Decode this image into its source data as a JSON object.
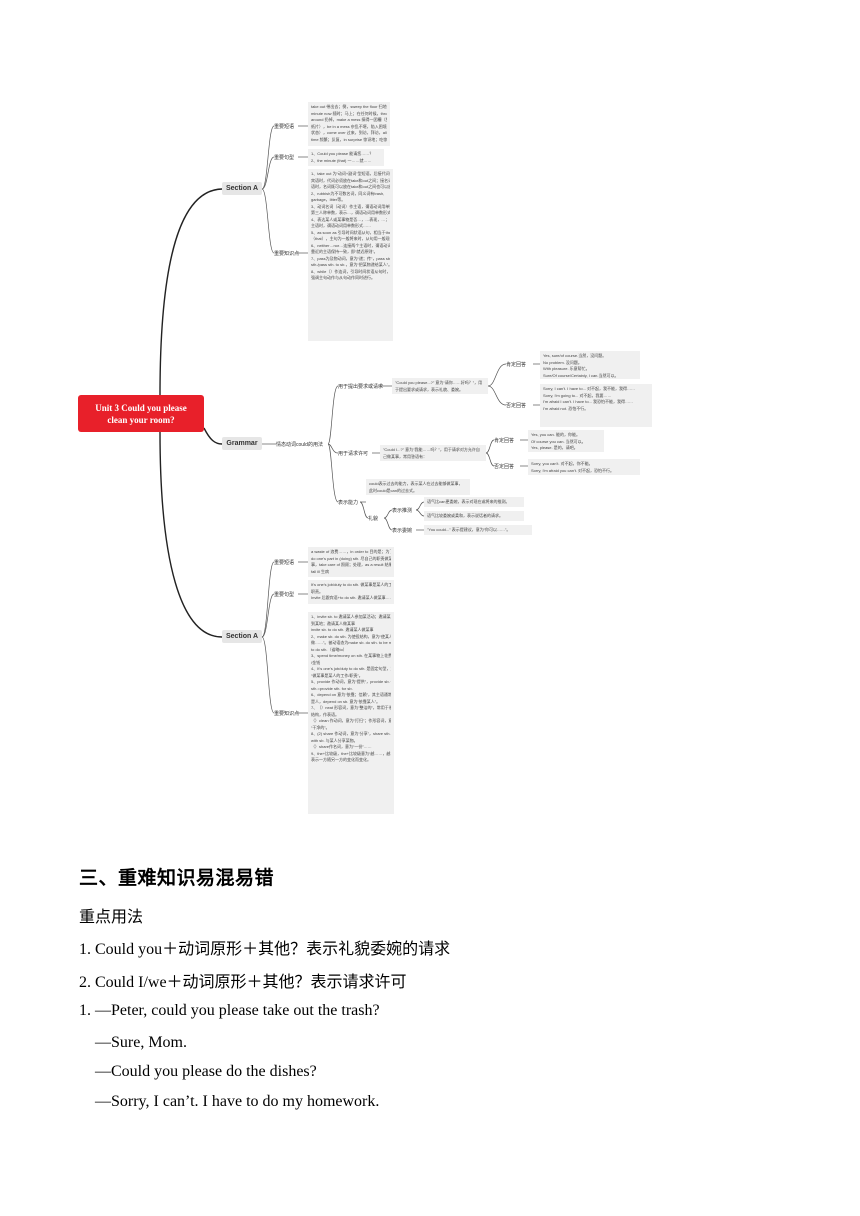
{
  "mindmap": {
    "root": "Unit 3 Could you please clean your room?",
    "sectionA_top": {
      "label": "Section A",
      "vocab_label": "重要短语",
      "vocab_notes": [
        "take out 带出去；倒，sweep the floor 扫地，any",
        "minute now 随时；马上；在任何时候，throw",
        "around 扔掉，make a mess 搞得一团糟（乱扔",
        "纸片），be in a mess 杂乱不堪，陷入困境（混乱",
        "状态），come over 过来，到访，拜访，all the",
        "time 频繁；反复，in surprise 惊讶地；吃惊地"
      ],
      "sent_label": "重要句型",
      "sent_notes": [
        "1、Could you please 能请您……？",
        "2、the minute (that) 一……就……"
      ],
      "points_label": "重要知识点",
      "points_notes": [
        "1、take out 为“动词+副词”型短语，后接代词作",
        "宾语时，代词必须放在take和out之间；接名词作宾",
        "语时，名词既可以放在take和out之间也可以放在out之后。",
        "2、rubbish为不可数名词，同义词有trash,",
        "garbage，litter等。",
        "3、动词名词（动词）作主语，谓语动词用单数，",
        "第三人称单数，表示…，谓语动词用单数形式。",
        "4、表达某人或某事物是否…，…表现，…；",
        "主语时，谓语动词用单数形式……",
        "5、as soon as 引导时间状语从句，相当于the minute",
        "（that），主句为一般将来时，从句用一般现在时。",
        "6、neither…nor…连接两个主语时，谓语动词与",
        "靠近的主语保持一致，即“就近原则”。",
        "7、pass为及物动词，意为“递；传”，pass sb.",
        "sth./pass sth. to sb.，意为“把某物递给某人”。",
        "8、while（）作连词，引导时间状语从句时，",
        "强调主句动作与从句动作同时进行。"
      ]
    },
    "grammar": {
      "label": "Grammar",
      "sub_label": "情态动词could的用法",
      "request_label": "用于提出要求或请求",
      "request_desc": "\"Could you please...?\" 意为“请你……好吗？”，用于提出要求或请求，表示礼貌、委婉。",
      "reply_yes_label": "肯定回答",
      "reply_yes": [
        "Yes, sure/of course.当然，没问题。",
        "No problem. 没问题。",
        "With pleasure. 乐意帮忙。",
        "Sure/Of course/Certainly, I can.当然可以。"
      ],
      "reply_no_label": "否定回答",
      "reply_no": [
        "Sorry, I can't. I have to... 对不起，我不能，我得……",
        "Sorry, I'm going to... 对不起，我要……",
        "I'm afraid I can't. I have to... 我恐怕不能，我得……",
        "I'm afraid not. 恐怕不行。"
      ],
      "permit_label": "用于请求许可",
      "permit_desc": "\"Could I...?\" 意为“我能……吗？”，用于请求对方允许自己做某事，常用答语有：",
      "permit_yes_label": "肯定回答",
      "permit_yes": [
        "Yes, you can. 能的，你能。",
        "Of course you can. 当然可以。",
        "Yes, please. 是的，请吧。"
      ],
      "permit_no_label": "否定回答",
      "permit_no": [
        "Sorry, you can't. 对不起，你不能。",
        "Sorry, I'm afraid you can't. 对不起，恐怕不行。"
      ],
      "ability_label": "表示能力",
      "ability_desc": [
        "could表示过去的能力，表示某人在过去能够做某事，",
        "此时could是can的过去式。"
      ],
      "polite_label": "礼貌",
      "polite_items": [
        "表示推测",
        "表示委婉"
      ],
      "polite_notes": [
        "语气比can更委婉，表示对现在或将来的推测。",
        "语气比较委婉或柔和，表示说话者的请求。",
        "\"You could...\" 表示提建议，意为“你可以……”。"
      ]
    },
    "sectionA_bottom": {
      "label": "Section A",
      "vocab_label": "重要短语",
      "vocab_notes": [
        "a waste of 浪费……，in order to 目的是；为了",
        "do one's part in (doing) sth. 尽自己的职责做某",
        "事，take care of 照顾；处理，as a result 结果，",
        "fall ill 生病"
      ],
      "sent_label": "重要句型",
      "sent_notes": [
        "It's one's job/duty to do sth. 做某事是某人的工作",
        "职责。",
        "Invite 后跟宾语+to do sth. 邀请某人做某事……的。"
      ],
      "points_label": "重要知识点",
      "points_notes": [
        "1、invite sb. to 邀请某人参加某活动；邀请某人",
        "到某地；邀请某人做某事",
        "invite sb. to do sth. 邀请某人做某事",
        "2、make sb. do sth. 为使役结构，意为“使某人",
        "做……”。被动语态为make sb. do sth. to be made",
        "to do sth.（省略to）",
        "3、spend time/money on sth. 在某事物上花费时间",
        "/金钱",
        "4、It's one's job/duty to do sth. 是固定句型，意为",
        "“做某事是某人的工作/职责”。",
        "5、provide 作动词，意为“提供”，provide sb. with",
        "sth.=provide sth. for sb.",
        "6、depend on 意为“依靠；信赖”，其主语通常",
        "是人，depend on sb. 意为“依靠某人”。",
        "7、（）neat 形容词，意为“整洁的”，常用于系表",
        "结构，作表语。",
        "（）clean 作动词，意为“打扫”；作形容词，意为",
        "“干净的”。",
        "8、(2) share 作动词，意为“分享”，share sth.",
        "with sb. 与某人分享某物。",
        "（）share作名词，意为“一份”……",
        "9、the+比较级，the+比较级意为“越……，越……”，",
        "表示一方随另一方的变化而变化。"
      ]
    }
  },
  "heading": "三、重难知识易混易错",
  "subheading": "重点用法",
  "lines": [
    "1. Could you＋动词原形＋其他？表示礼貌委婉的请求",
    "2. Could I/we＋动词原形＋其他？表示请求许可",
    "1. —Peter, could you please take out the trash?",
    "—Sure, Mom.",
    "—Could you please do the dishes?",
    "—Sorry, I can’t. I have to do my homework."
  ]
}
